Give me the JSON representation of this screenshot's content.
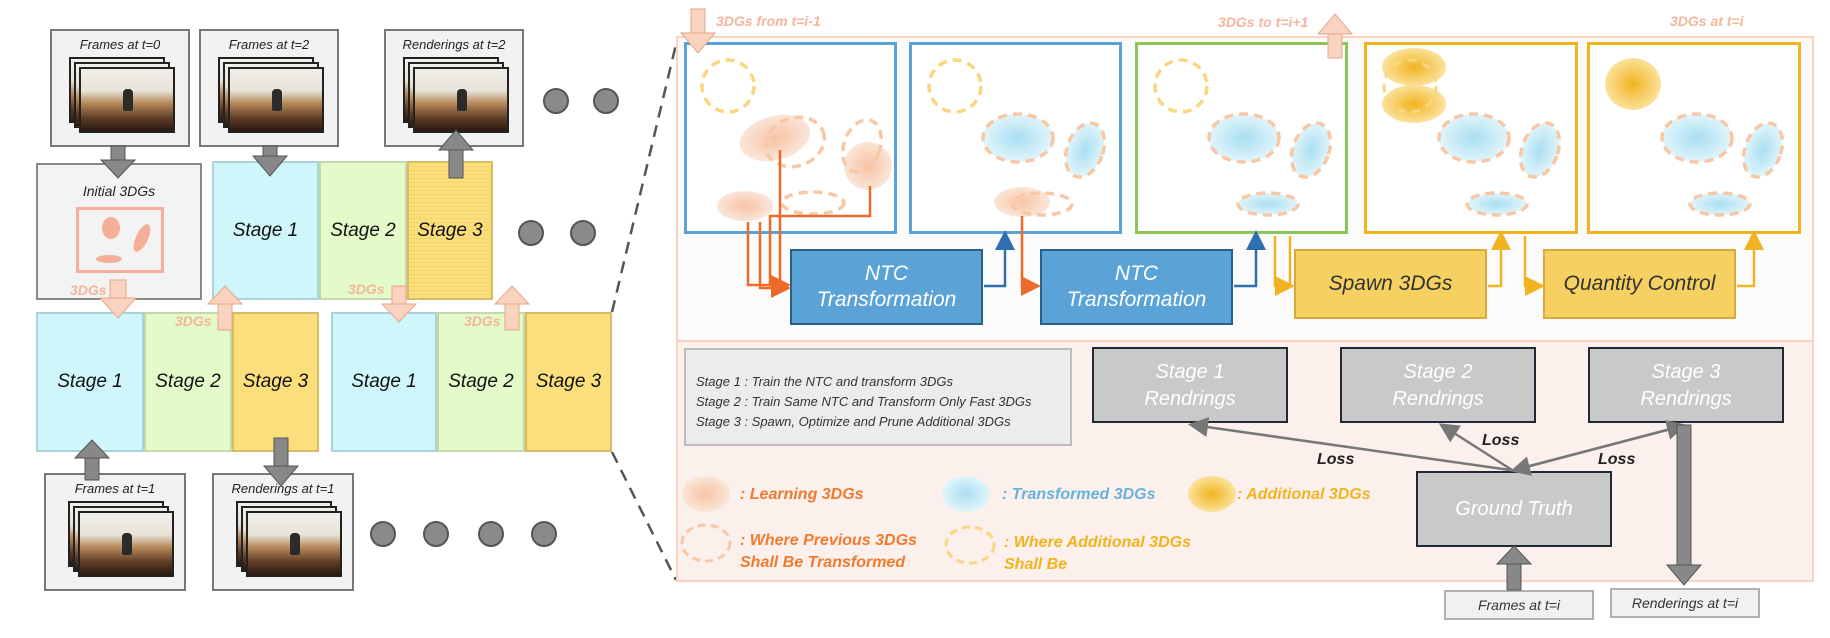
{
  "left": {
    "frames_t0": "Frames at t=0",
    "frames_t2": "Frames at t=2",
    "renderings_t2": "Renderings at t=2",
    "initial_3dgs": "Initial 3DGs",
    "label_3dgs": "3DGs",
    "stage1": "Stage 1",
    "stage2": "Stage 2",
    "stage3": "Stage 3",
    "frames_t1": "Frames at t=1",
    "renderings_t1": "Renderings at t=1"
  },
  "right": {
    "from_label": "3DGs from t=i-1",
    "to_label": "3DGs to t=i+1",
    "at_label": "3DGs at t=i",
    "ntc1": "NTC Transformation",
    "ntc2": "NTC Transformation",
    "spawn": "Spawn 3DGs",
    "quantity": "Quantity Control",
    "desc1": "Stage 1 : Train the NTC and transform 3DGs",
    "desc2": "Stage 2 : Train Same NTC and Transform Only Fast 3DGs",
    "desc3": "Stage 3 : Spawn, Optimize and Prune Additional 3DGs",
    "render1_a": "Stage 1",
    "render1_b": "Rendrings",
    "render2_a": "Stage 2",
    "render2_b": "Rendrings",
    "render3_a": "Stage 3",
    "render3_b": "Rendrings",
    "loss": "Loss",
    "ground_truth": "Ground Truth",
    "frames_ti": "Frames at t=i",
    "renderings_ti": "Renderings at t=i",
    "legend_learning": ": Learning 3DGs",
    "legend_transformed": ": Transformed 3DGs",
    "legend_additional": ": Additional 3DGs",
    "legend_prev_1": ": Where Previous 3DGs",
    "legend_prev_2": "Shall Be Transformed",
    "legend_add_1": ": Where Additional 3DGs",
    "legend_add_2": "Shall Be"
  },
  "colors": {
    "cyan": "#cff7fb",
    "lime": "#e4fbc9",
    "yellow": "#fbdf7c",
    "ntc_blue": "#5ba3d6",
    "spawn_yellow": "#f6d162",
    "orange_text": "#ef7b2f",
    "blue_text": "#66b3df",
    "yellow_text": "#f1b320",
    "salmon": "#f5ae97",
    "peach_label": "#f4b59c",
    "gray_box": "#c9c9c9"
  }
}
